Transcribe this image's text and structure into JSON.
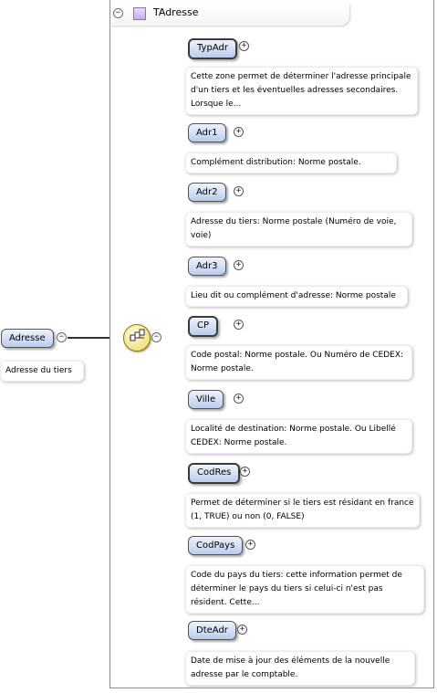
{
  "root": {
    "name": "Adresse",
    "doc": "Adresse du tiers"
  },
  "type": {
    "name": "TAdresse"
  },
  "elements": [
    {
      "name": "TypAdr",
      "doc": "Cette zone permet de déterminer l'adresse principale d'un tiers et les éventuelles adresses secondaires. Lorsque le...",
      "required": true
    },
    {
      "name": "Adr1",
      "doc": "Complément distribution: Norme postale.",
      "required": false
    },
    {
      "name": "Adr2",
      "doc": "Adresse du tiers: Norme postale (Numéro de voie, voie)",
      "required": false
    },
    {
      "name": "Adr3",
      "doc": "Lieu dit ou complément d'adresse: Norme postale",
      "required": false
    },
    {
      "name": "CP",
      "doc": "Code postal: Norme postale. Ou Numéro de CEDEX: Norme postale.",
      "required": true
    },
    {
      "name": "Ville",
      "doc": "Localité de destination: Norme postale. Ou Libellé CEDEX: Norme postale.",
      "required": false
    },
    {
      "name": "CodRes",
      "doc": "Permet de déterminer si le tiers est résidant en france (1, TRUE) ou non (0, FALSE)",
      "required": true
    },
    {
      "name": "CodPays",
      "doc": "Code du pays du tiers: cette information permet de déterminer le pays du tiers si celui-ci n'est pas résident. Cette...",
      "required": false
    },
    {
      "name": "DteAdr",
      "doc": "Date de mise à jour des éléments de la nouvelle adresse par le comptable.",
      "required": false
    }
  ],
  "icons": {
    "collapse": "−",
    "expand": "+"
  }
}
